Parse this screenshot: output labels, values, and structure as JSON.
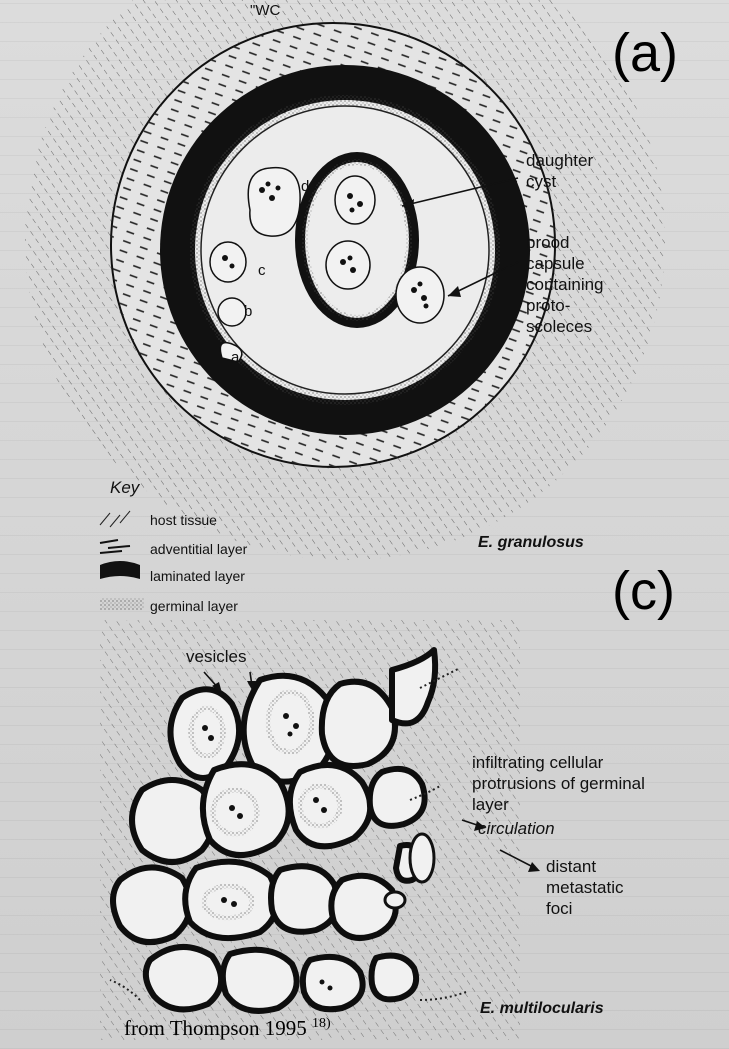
{
  "figure": {
    "top_scribble": "\"WC",
    "panel_a": {
      "letter": "(a)",
      "labels": {
        "daughter_cyst": [
          "daughter",
          "cyst"
        ],
        "brood_capsule": [
          "brood",
          "capsule",
          "containing",
          "proto-",
          "scoleces"
        ],
        "a": "a",
        "b": "b",
        "c": "c",
        "d": "d"
      },
      "key": {
        "title": "Key",
        "items": [
          "host tissue",
          "adventitial layer",
          "laminated layer",
          "germinal layer"
        ]
      },
      "species": "E. granulosus"
    },
    "panel_c": {
      "letter": "(c)",
      "labels": {
        "vesicles": "vesicles",
        "infiltrating": [
          "infiltrating cellular",
          "protrusions of germinal",
          "layer"
        ],
        "circulation": "circulation",
        "distant": [
          "distant",
          "metastatic",
          "foci"
        ]
      },
      "species": "E. multilocularis"
    },
    "caption": {
      "text": "from Thompson 1995",
      "ref": "18)"
    }
  }
}
